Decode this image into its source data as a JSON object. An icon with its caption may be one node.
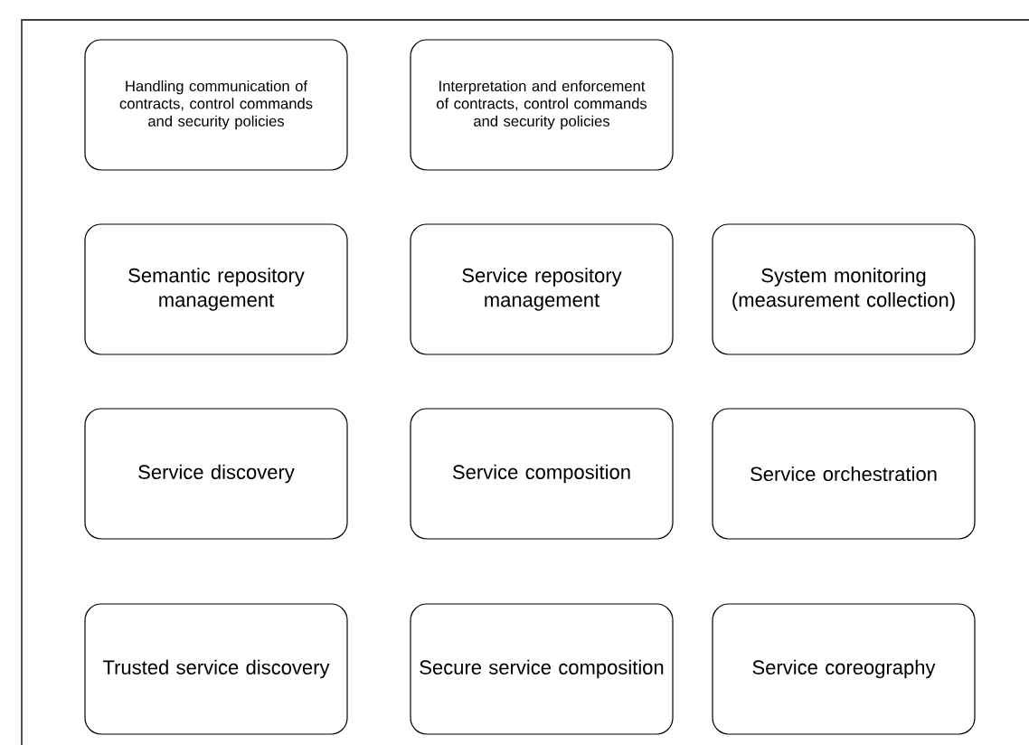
{
  "diagram": {
    "nodes": [
      {
        "text": [
          "Handling communication of contracts, control commands and security policies"
        ]
      },
      {
        "text": [
          "Interpretation and enforcement of contracts, control commands and security policies"
        ]
      },
      {
        "text": [
          "Semantic repository management"
        ]
      },
      {
        "text": [
          "Service repository management"
        ]
      },
      {
        "text": [
          "System monitoring (measurement collection)"
        ]
      },
      {
        "text": [
          "Service discovery"
        ]
      },
      {
        "text": [
          "Service composition"
        ]
      },
      {
        "text": [
          "Service orchestration"
        ]
      },
      {
        "text": [
          "Trusted service discovery"
        ]
      },
      {
        "text": [
          "Secure service composition"
        ]
      },
      {
        "text": [
          "Service coreography"
        ]
      }
    ]
  }
}
